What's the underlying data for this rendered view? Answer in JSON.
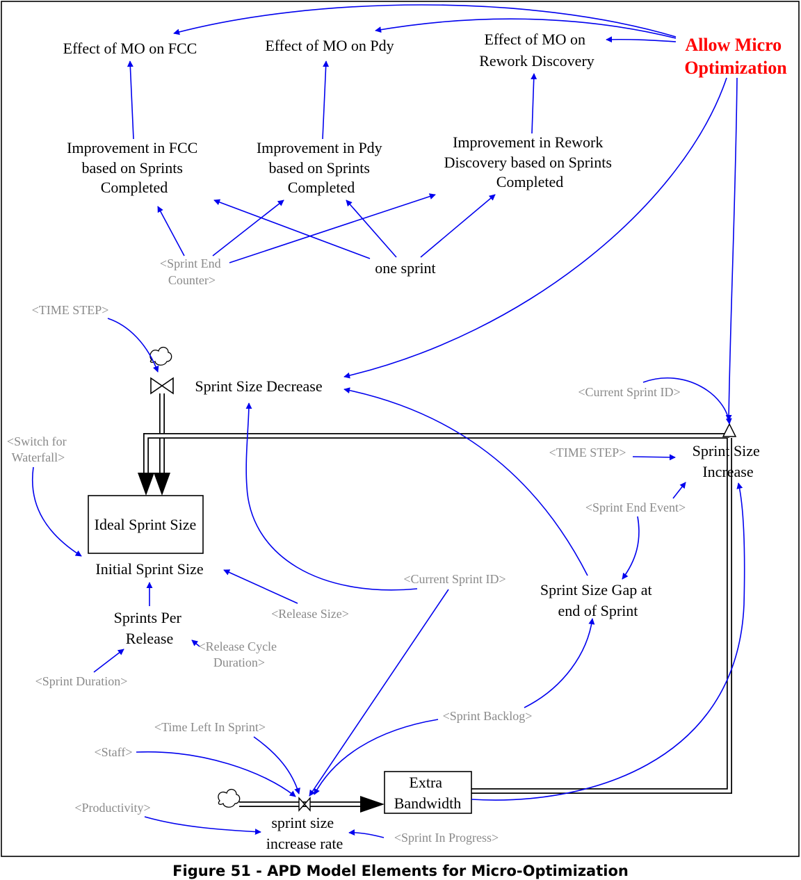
{
  "colors": {
    "link": "#0000ee",
    "highlight": "#ff0000",
    "shadow_var": "#8a8a8a",
    "text": "#000000"
  },
  "caption": "Figure 51 - APD Model Elements for Micro-Optimization",
  "highlight": [
    "Allow Micro",
    "Optimization"
  ],
  "effects": {
    "fcc": [
      "Effect of MO on FCC"
    ],
    "pdy": [
      "Effect of MO on Pdy"
    ],
    "rework": [
      "Effect of MO on",
      "Rework Discovery"
    ]
  },
  "improvements": {
    "fcc": [
      "Improvement in FCC",
      "based on Sprints",
      "Completed"
    ],
    "pdy": [
      "Improvement in Pdy",
      "based on Sprints",
      "Completed"
    ],
    "rework": [
      "Improvement in Rework",
      "Discovery based on Sprints",
      "Completed"
    ]
  },
  "variables": {
    "one_sprint": [
      "one sprint"
    ],
    "sprint_size_decrease": [
      "Sprint Size Decrease"
    ],
    "sprint_size_increase": [
      "Sprint Size",
      "Increase"
    ],
    "initial_sprint_size": [
      "Initial Sprint Size"
    ],
    "sprints_per_release": [
      "Sprints Per",
      "Release"
    ],
    "sprint_size_gap": [
      "Sprint Size Gap at",
      "end of Sprint"
    ],
    "sprint_size_increase_rate": [
      "sprint size",
      "increase rate"
    ]
  },
  "stocks": {
    "ideal_sprint_size": [
      "Ideal Sprint Size"
    ],
    "extra_bandwidth": [
      "Extra",
      "Bandwidth"
    ]
  },
  "shadows": {
    "sprint_end_counter": [
      "<Sprint End",
      "Counter>"
    ],
    "time_step_1": [
      "<TIME STEP>"
    ],
    "current_sprint_id_1": [
      "<Current Sprint ID>"
    ],
    "switch_waterfall": [
      "<Switch for",
      "Waterfall>"
    ],
    "time_step_2": [
      "<TIME STEP>"
    ],
    "sprint_end_event": [
      "<Sprint End Event>"
    ],
    "current_sprint_id_2": [
      "<Current Sprint ID>"
    ],
    "release_size": [
      "<Release Size>"
    ],
    "release_cycle": [
      "<Release Cycle",
      "Duration>"
    ],
    "sprint_duration": [
      "<Sprint Duration>"
    ],
    "time_left": [
      "<Time Left In Sprint>"
    ],
    "sprint_backlog": [
      "<Sprint Backlog>"
    ],
    "staff": [
      "<Staff>"
    ],
    "productivity": [
      "<Productivity>"
    ],
    "sprint_in_progress": [
      "<Sprint In Progress>"
    ]
  }
}
